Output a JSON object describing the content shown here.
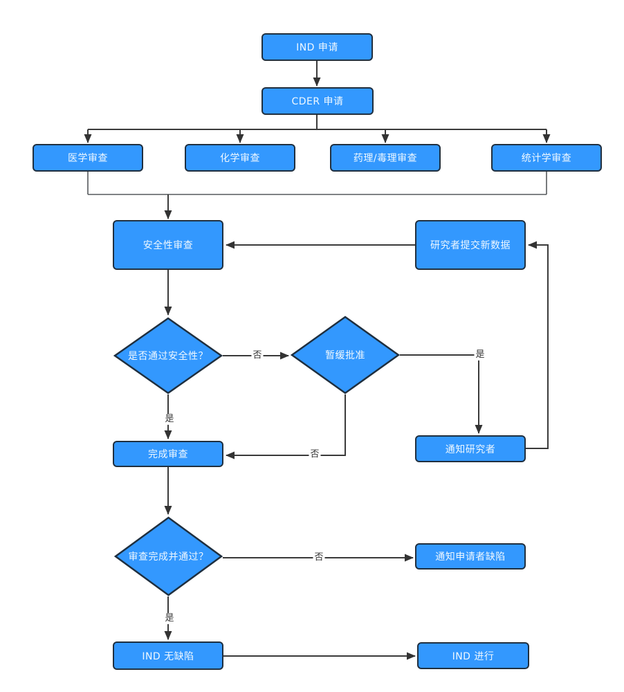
{
  "diagram": {
    "type": "flowchart",
    "nodes": {
      "ind_application": {
        "label": "IND 申请",
        "shape": "process"
      },
      "cder_application": {
        "label": "CDER 申请",
        "shape": "process"
      },
      "medical_review": {
        "label": "医学审查",
        "shape": "process"
      },
      "chemistry_review": {
        "label": "化学审查",
        "shape": "process"
      },
      "pharm_tox_review": {
        "label": "药理/毒理审查",
        "shape": "process"
      },
      "statistics_review": {
        "label": "统计学审查",
        "shape": "process"
      },
      "safety_review": {
        "label": "安全性审查",
        "shape": "process"
      },
      "submit_new_data": {
        "label": "研究者提交新数据",
        "shape": "process"
      },
      "pass_safety_decision": {
        "label": "是否通过安全性？",
        "shape": "decision"
      },
      "clinical_hold_decision": {
        "label": "暂缓批准",
        "shape": "decision"
      },
      "notify_researcher": {
        "label": "通知研究者",
        "shape": "process"
      },
      "complete_review": {
        "label": "完成审查",
        "shape": "process"
      },
      "review_passed_decision": {
        "label": "审查完成并通过？",
        "shape": "decision"
      },
      "notify_applicant_defect": {
        "label": "通知申请者缺陷",
        "shape": "process"
      },
      "ind_no_defect": {
        "label": "IND 无缺陷",
        "shape": "process"
      },
      "ind_proceed": {
        "label": "IND 进行",
        "shape": "process"
      }
    },
    "edge_labels": {
      "safety_no": "否",
      "safety_yes": "是",
      "hold_yes": "是",
      "hold_no": "否",
      "passed_no": "否",
      "passed_yes": "是"
    },
    "colors": {
      "node_fill": "#3398FE",
      "node_border": "#1F2F3F",
      "connector": "#3A3A3A",
      "node_text": "#EFF8FF",
      "edge_label_text": "#333333",
      "background": "#FFFFFF"
    }
  }
}
